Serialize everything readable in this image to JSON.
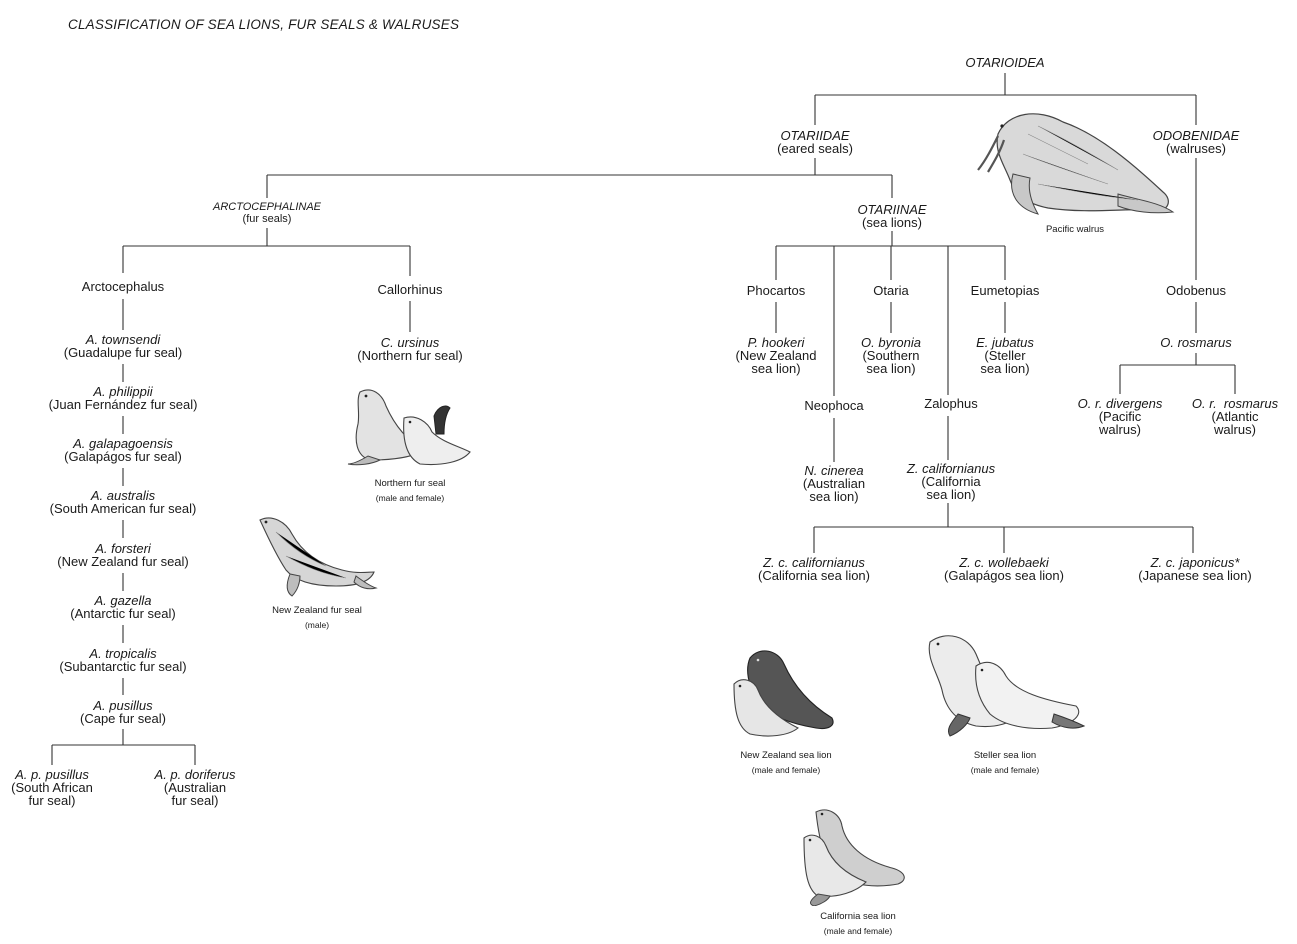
{
  "title": "CLASSIFICATION OF SEA LIONS, FUR SEALS & WALRUSES",
  "nodes": {
    "otarioidea": {
      "sci": "OTARIOIDEA",
      "com": ""
    },
    "otariidae": {
      "sci": "OTARIIDAE",
      "com": "(eared seals)"
    },
    "odobenidae": {
      "sci": "ODOBENIDAE",
      "com": "(walruses)"
    },
    "arctocephalinae": {
      "sci": "ARCTOCEPHALINAE",
      "com": "(fur seals)"
    },
    "otariinae": {
      "sci": "OTARIINAE",
      "com": "(sea lions)"
    },
    "arctocephalus": {
      "sci": "Arctocephalus",
      "com": ""
    },
    "callorhinus": {
      "sci": "Callorhinus",
      "com": ""
    },
    "c_ursinus": {
      "sci": "C. ursinus",
      "com": "(Northern fur seal)"
    },
    "a_townsendi": {
      "sci": "A. townsendi",
      "com": "(Guadalupe fur seal)"
    },
    "a_philippii": {
      "sci": "A. philippii",
      "com": "(Juan Fernández fur seal)"
    },
    "a_galapagoensis": {
      "sci": "A. galapagoensis",
      "com": "(Galapágos fur seal)"
    },
    "a_australis": {
      "sci": "A. australis",
      "com": "(South American fur seal)"
    },
    "a_forsteri": {
      "sci": "A. forsteri",
      "com": "(New Zealand fur seal)"
    },
    "a_gazella": {
      "sci": "A. gazella",
      "com": "(Antarctic fur seal)"
    },
    "a_tropicalis": {
      "sci": "A. tropicalis",
      "com": "(Subantarctic fur seal)"
    },
    "a_pusillus": {
      "sci": "A. pusillus",
      "com": "(Cape fur seal)"
    },
    "a_p_pusillus": {
      "sci": "A. p. pusillus",
      "com": "(South African",
      "com2": "fur seal)"
    },
    "a_p_doriferus": {
      "sci": "A. p. doriferus",
      "com": "(Australian",
      "com2": "fur seal)"
    },
    "phocartos": {
      "sci": "Phocartos",
      "com": ""
    },
    "otaria": {
      "sci": "Otaria",
      "com": ""
    },
    "eumetopias": {
      "sci": "Eumetopias",
      "com": ""
    },
    "p_hookeri": {
      "sci": "P. hookeri",
      "com": "(New Zealand",
      "com2": "sea lion)"
    },
    "o_byronia": {
      "sci": "O. byronia",
      "com": "(Southern",
      "com2": "sea lion)"
    },
    "e_jubatus": {
      "sci": "E. jubatus",
      "com": "(Steller",
      "com2": "sea lion)"
    },
    "neophoca": {
      "sci": "Neophoca",
      "com": ""
    },
    "zalophus": {
      "sci": "Zalophus",
      "com": ""
    },
    "n_cinerea": {
      "sci": "N. cinerea",
      "com": "(Australian",
      "com2": "sea lion)"
    },
    "z_californianus": {
      "sci": "Z. californianus",
      "com": "(California",
      "com2": "sea lion)"
    },
    "z_c_californianus": {
      "sci": "Z. c. californianus",
      "com": "(California sea lion)"
    },
    "z_c_wollebaeki": {
      "sci": "Z. c. wollebaeki",
      "com": "(Galapágos sea lion)"
    },
    "z_c_japonicus": {
      "sci": "Z. c. japonicus*",
      "com": "(Japanese sea lion)"
    },
    "odobenus": {
      "sci": "Odobenus",
      "com": ""
    },
    "o_rosmarus": {
      "sci": "O. rosmarus",
      "com": ""
    },
    "o_r_divergens": {
      "sci": "O. r. divergens",
      "com": "(Pacific",
      "com2": "walrus)"
    },
    "o_r_rosmarus": {
      "sci": "O. r.  rosmarus",
      "com": "(Atlantic",
      "com2": "walrus)"
    }
  },
  "captions": {
    "pacific_walrus": {
      "name": "Pacific walrus",
      "sub": ""
    },
    "northern_fur_seal": {
      "name": "Northern fur seal",
      "sub": "(male and female)"
    },
    "nz_fur_seal": {
      "name": "New Zealand fur seal",
      "sub": "(male)"
    },
    "nz_sea_lion": {
      "name": "New Zealand sea lion",
      "sub": "(male and female)"
    },
    "steller_sea_lion": {
      "name": "Steller sea lion",
      "sub": "(male and female)"
    },
    "california_sea_lion": {
      "name": "California sea lion",
      "sub": "(male and female)"
    }
  }
}
